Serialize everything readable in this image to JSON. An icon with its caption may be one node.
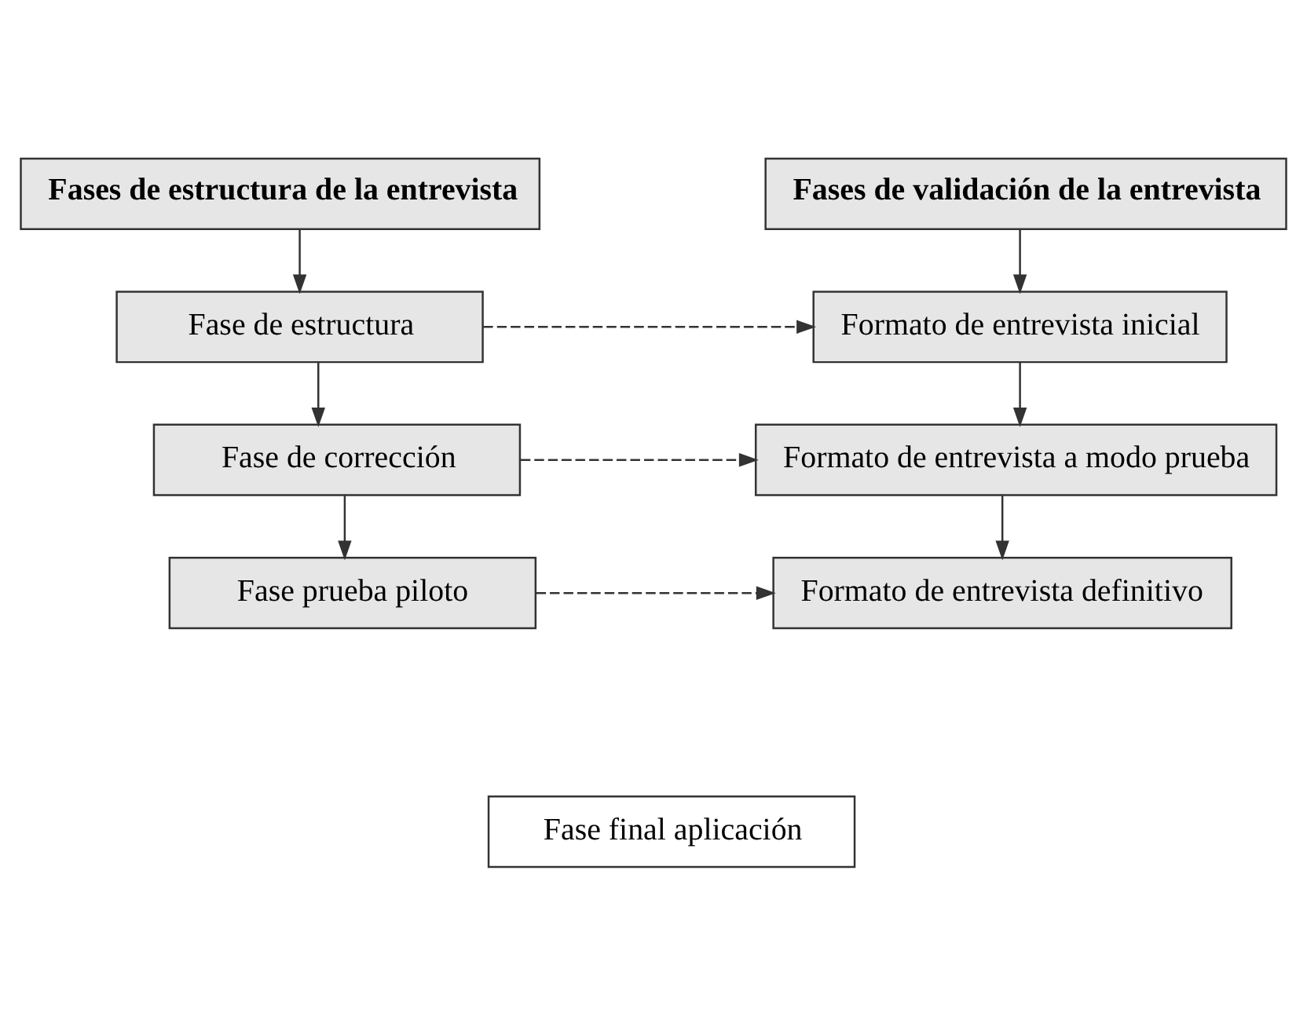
{
  "diagram": {
    "nodes": [
      {
        "text": [
          "Fases de estructura de la entrevista"
        ]
      },
      {
        "text": [
          "Fases de validación de la entrevista"
        ]
      },
      {
        "text": [
          "Fase de estructura"
        ]
      },
      {
        "text": [
          "Formato de entrevista inicial"
        ]
      },
      {
        "text": [
          "Fase de corrección"
        ]
      },
      {
        "text": [
          "Formato de entrevista a modo prueba"
        ]
      },
      {
        "text": [
          "Fase prueba piloto"
        ]
      },
      {
        "text": [
          "Formato de entrevista definitivo"
        ]
      },
      {
        "text": [
          "Fase final aplicación"
        ]
      }
    ],
    "edges": [
      {
        "from": 0,
        "to": 2,
        "arrow": "to"
      },
      {
        "from": 1,
        "to": 3,
        "arrow": "to"
      },
      {
        "from": 2,
        "to": 3,
        "arrow": "to",
        "style": "dashed"
      },
      {
        "from": 2,
        "to": 4,
        "arrow": "to"
      },
      {
        "from": 3,
        "to": 5,
        "arrow": "to"
      },
      {
        "from": 4,
        "to": 5,
        "arrow": "to",
        "style": "dashed"
      },
      {
        "from": 4,
        "to": 6,
        "arrow": "to"
      },
      {
        "from": 5,
        "to": 7,
        "arrow": "to"
      },
      {
        "from": 6,
        "to": 7,
        "arrow": "to",
        "style": "dashed"
      }
    ]
  }
}
